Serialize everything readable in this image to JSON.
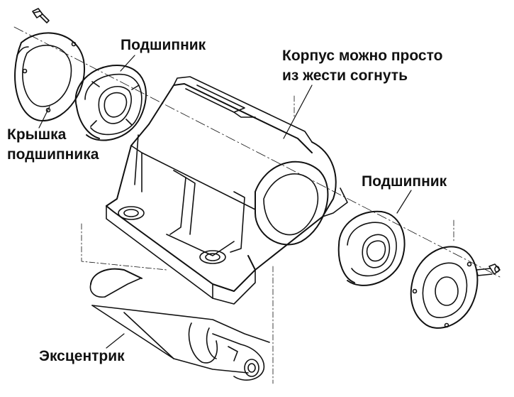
{
  "labels": {
    "bearing_top": "Подшипник",
    "housing_line1": "Корпус можно просто",
    "housing_line2": "из жести согнуть",
    "cover_line1": "Крышка",
    "cover_line2": "подшипника",
    "bearing_right": "Подшипник",
    "eccentric": "Эксцентрик"
  },
  "colors": {
    "line": "#111111",
    "background": "#ffffff"
  }
}
